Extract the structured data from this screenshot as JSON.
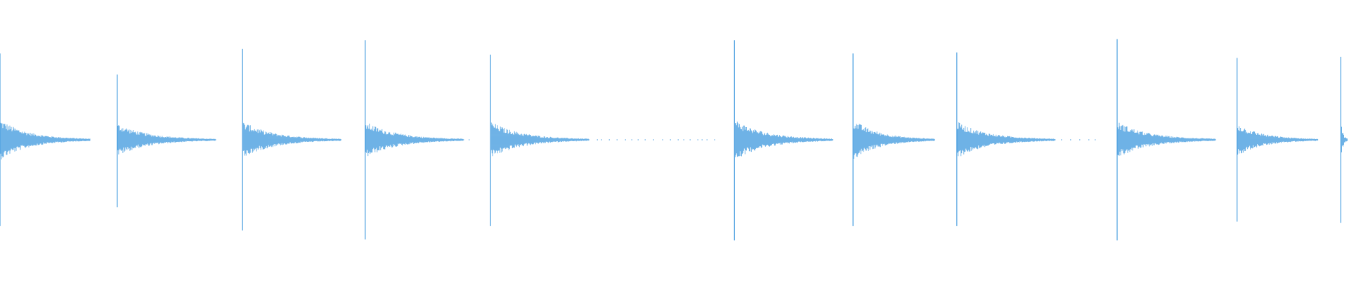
{
  "colors": {
    "background": "#ffffff",
    "waveform": "#4a9fe0"
  },
  "chart_data": {
    "type": "waveform",
    "title": "",
    "xlabel": "",
    "ylabel": "",
    "grid": false,
    "legend": "none",
    "ylim": [
      -1,
      1
    ],
    "xlim": [
      0,
      1.0
    ],
    "onsets": [
      {
        "t": 0.0,
        "peak_pos": 0.78,
        "peak_neg": 0.78,
        "tail_end": 0.067,
        "body": 0.1
      },
      {
        "t": 0.087,
        "peak_pos": 0.59,
        "peak_neg": 0.61,
        "tail_end": 0.162,
        "body": 0.08
      },
      {
        "t": 0.18,
        "peak_pos": 0.82,
        "peak_neg": 0.82,
        "tail_end": 0.256,
        "body": 0.09
      },
      {
        "t": 0.271,
        "peak_pos": 0.9,
        "peak_neg": 0.9,
        "tail_end": 0.353,
        "body": 0.09
      },
      {
        "t": 0.364,
        "peak_pos": 0.77,
        "peak_neg": 0.78,
        "tail_end": 0.532,
        "body": 0.09
      },
      {
        "t": 0.545,
        "peak_pos": 0.9,
        "peak_neg": 0.91,
        "tail_end": 0.62,
        "body": 0.1
      },
      {
        "t": 0.633,
        "peak_pos": 0.78,
        "peak_neg": 0.78,
        "tail_end": 0.694,
        "body": 0.1
      },
      {
        "t": 0.71,
        "peak_pos": 0.79,
        "peak_neg": 0.78,
        "tail_end": 0.816,
        "body": 0.09
      },
      {
        "t": 0.829,
        "peak_pos": 0.91,
        "peak_neg": 0.91,
        "tail_end": 0.906,
        "body": 0.09
      },
      {
        "t": 0.918,
        "peak_pos": 0.74,
        "peak_neg": 0.74,
        "tail_end": 0.978,
        "body": 0.08
      },
      {
        "t": 0.995,
        "peak_pos": 0.75,
        "peak_neg": 0.75,
        "tail_end": 1.0,
        "body": 0.09
      }
    ]
  }
}
